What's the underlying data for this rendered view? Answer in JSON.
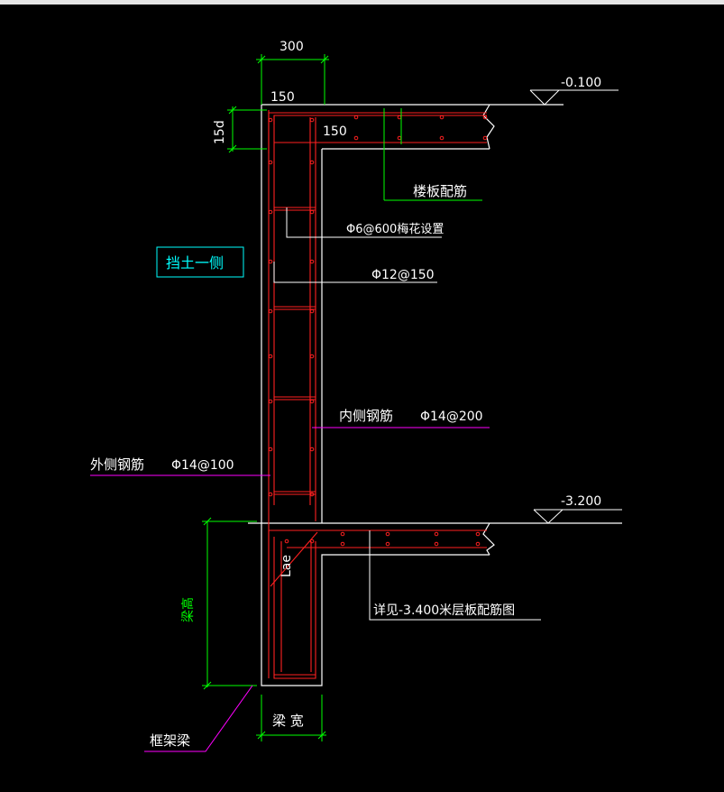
{
  "dimensions": {
    "top_width": "300",
    "top_cover": "150",
    "slab_anchor": "150",
    "hook_length": "15d",
    "beam_height": "梁高",
    "beam_width": "梁 宽",
    "lae": "Lae"
  },
  "elevations": {
    "top": "-0.100",
    "bottom": "-3.200"
  },
  "labels": {
    "slab_rebar": "楼板配筋",
    "tie_bar": "Φ6@600梅花设置",
    "dist_bar": "Φ12@150",
    "inner_rebar_label": "内侧钢筋",
    "inner_rebar_value": "Φ14@200",
    "outer_rebar_label": "外侧钢筋",
    "outer_rebar_value": "Φ14@100",
    "soil_side": "挡土一侧",
    "detail_ref": "详见-3.400米层板配筋图",
    "frame_beam": "框架梁"
  },
  "colors": {
    "background": "#000000",
    "outline": "#ffffff",
    "rebar": "#ff2020",
    "dimension": "#00ff00",
    "leader": "#ff00ff",
    "callout": "#00ffff"
  }
}
